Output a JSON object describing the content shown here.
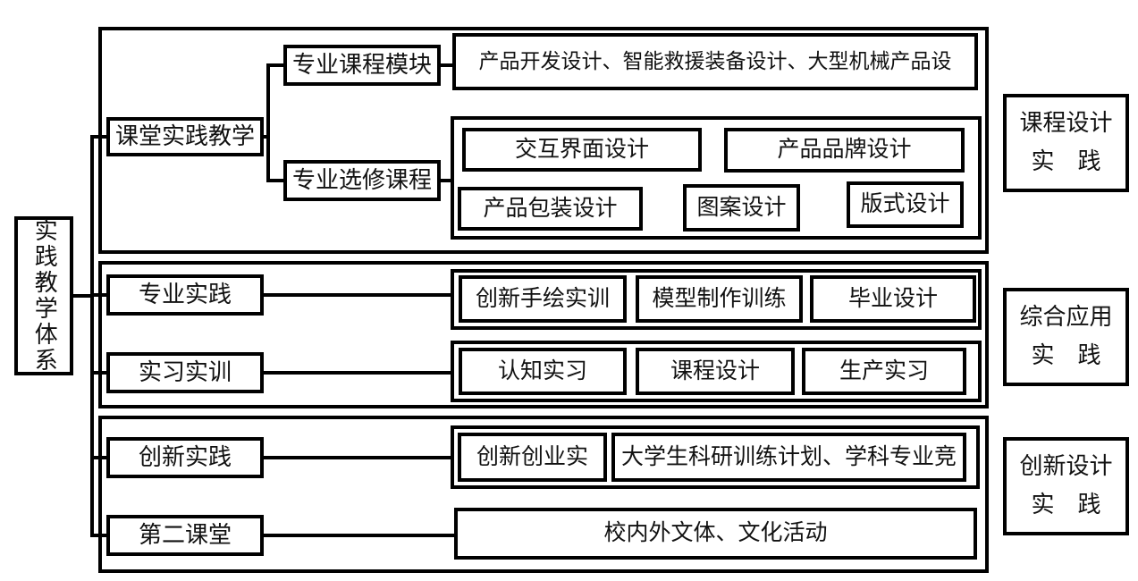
{
  "diagram": {
    "root": {
      "label": "实践教学体系"
    },
    "classroom": {
      "label": "课堂实践教学",
      "module": {
        "label": "专业课程模块",
        "content": "产品开发设计、智能救援装备设计、大型机械产品设"
      },
      "elective": {
        "label": "专业选修课程",
        "courses": [
          "交互界面设计",
          "产品品牌设计",
          "产品包装设计",
          "图案设计",
          "版式设计"
        ]
      }
    },
    "professional": {
      "label": "专业实践",
      "items": [
        "创新手绘实训",
        "模型制作训练",
        "毕业设计"
      ]
    },
    "internship": {
      "label": "实习实训",
      "items": [
        "认知实习",
        "课程设计",
        "生产实习"
      ]
    },
    "innovation": {
      "label": "创新实践",
      "items": [
        "创新创业实",
        "大学生科研训练计划、学科专业竞"
      ]
    },
    "second_classroom": {
      "label": "第二课堂",
      "content": "校内外文体、文化活动"
    },
    "side_labels": [
      {
        "line1": "课程设计",
        "line2": "实　践"
      },
      {
        "line1": "综合应用",
        "line2": "实　践"
      },
      {
        "line1": "创新设计",
        "line2": "实　践"
      }
    ],
    "colors": {
      "line": "#000000",
      "background": "#ffffff",
      "text": "#111111"
    }
  }
}
